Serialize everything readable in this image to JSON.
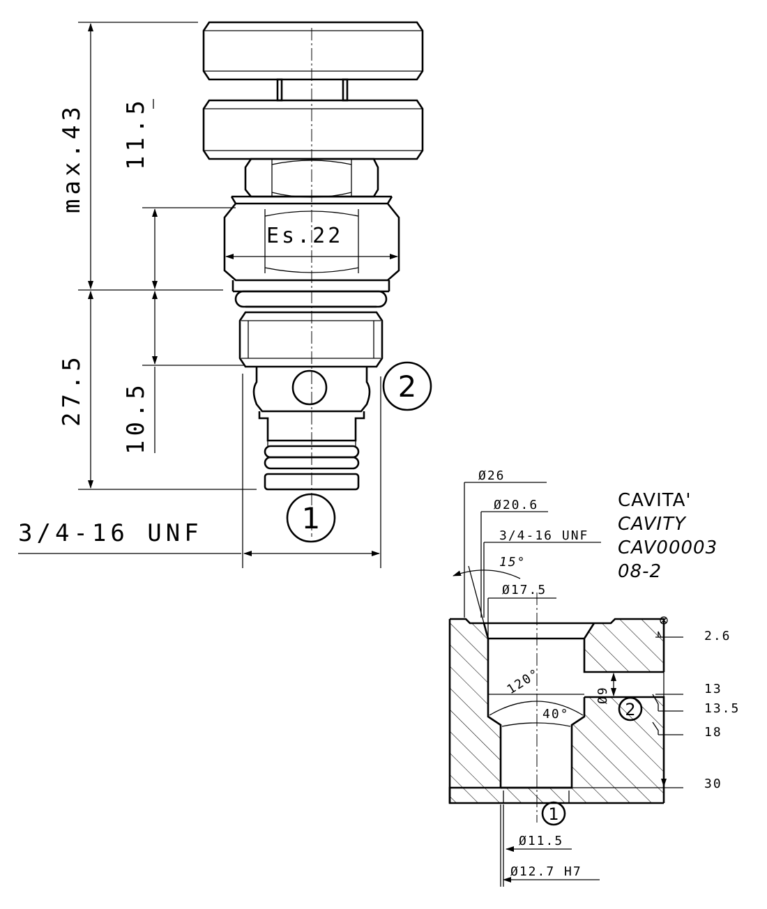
{
  "valve": {
    "dim_max_height": "max.43",
    "dim_head_height": "11.5",
    "dim_hex": "Es.22",
    "dim_body_length": "27.5",
    "dim_port_offset": "10.5",
    "thread": "3/4-16 UNF",
    "port_1": "1",
    "port_2": "2"
  },
  "cavity": {
    "title_lines": [
      "CAVITA'",
      "CAVITY",
      "CAV00003",
      "08-2"
    ],
    "dia_26": "Ø26",
    "dia_20_6": "Ø20.6",
    "thread": "3/4-16 UNF",
    "angle_15": "15°",
    "dia_17_5": "Ø17.5",
    "angle_120": "120°",
    "angle_40": "40°",
    "dia_9": "Ø9",
    "depth_2_6": "2.6",
    "depth_13": "13",
    "depth_13_5": "13.5",
    "depth_18": "18",
    "depth_30": "30",
    "dia_11_5": "Ø11.5",
    "dia_12_7": "Ø12.7 H7",
    "port_1": "1",
    "port_2": "2"
  }
}
